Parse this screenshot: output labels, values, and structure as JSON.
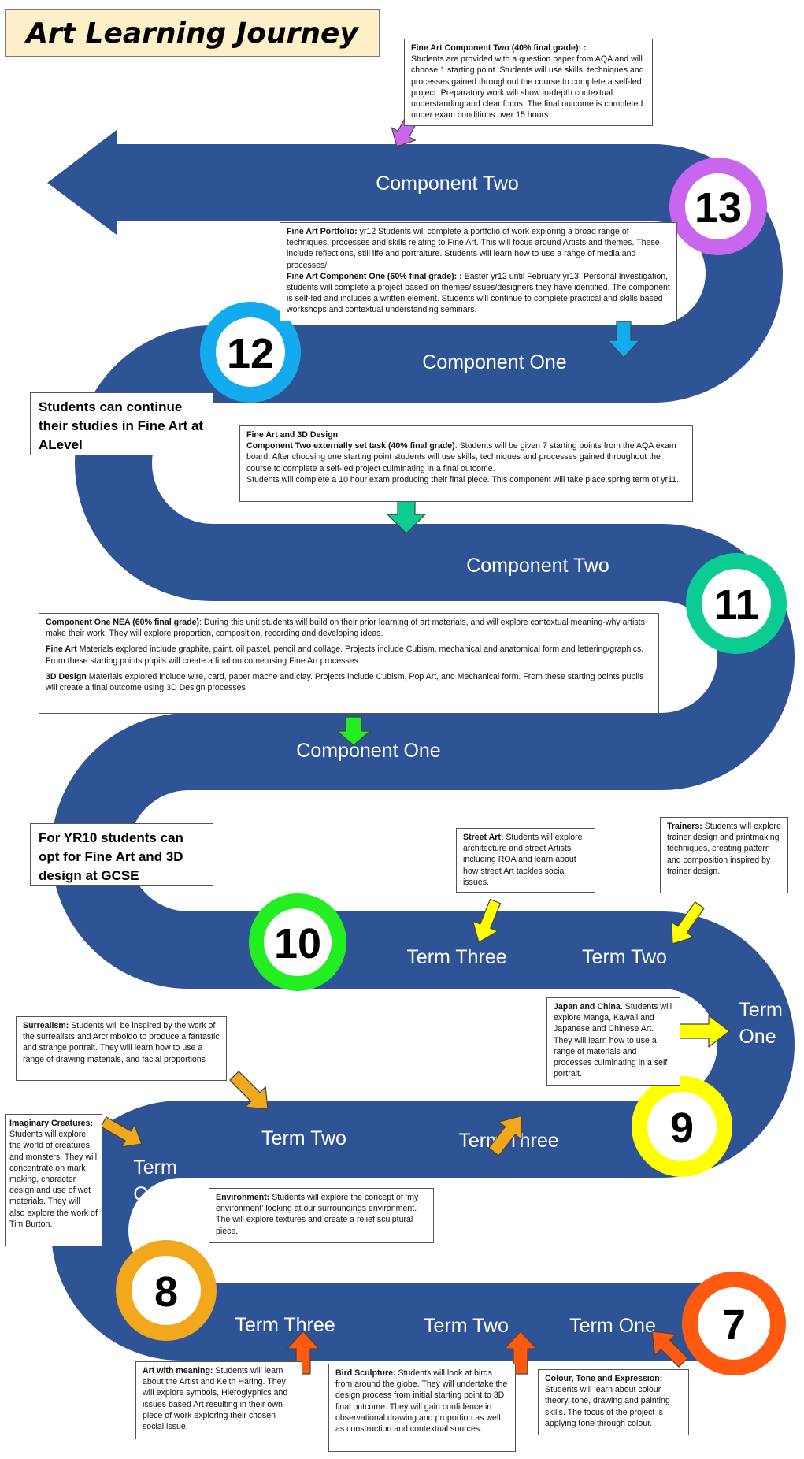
{
  "title": "Art Learning Journey",
  "colors": {
    "road": "#2f5496",
    "label_text": "#ffffff",
    "title_bg": "#fdf0c8",
    "year7": "#ff5a10",
    "year8": "#f2a81c",
    "year9": "#ffff00",
    "year10": "#22ee22",
    "year11": "#0ccc94",
    "year12": "#13aaee",
    "year13": "#c966ee"
  },
  "years": [
    {
      "number": "7",
      "color": "#ff5a10"
    },
    {
      "number": "8",
      "color": "#f2a81c"
    },
    {
      "number": "9",
      "color": "#ffff00"
    },
    {
      "number": "10",
      "color": "#22ee22"
    },
    {
      "number": "11",
      "color": "#0ccc94"
    },
    {
      "number": "12",
      "color": "#13aaee"
    },
    {
      "number": "13",
      "color": "#c966ee"
    }
  ],
  "road_labels": {
    "c13": "Component Two",
    "c12": "Component One",
    "c11": "Component Two",
    "c10": "Component One",
    "y10_t3": "Term Three",
    "y10_t2": "Term Two",
    "y10_t1_a": "Term",
    "y10_t1_b": "One",
    "y9_t2": "Term Two",
    "y9_t3": "Term Three",
    "y9_t1_a": "Term",
    "y9_t1_b": "One",
    "y7_t3": "Term Three",
    "y7_t2": "Term Two",
    "y7_t1": "Term One"
  },
  "notes": {
    "alevel": "Students can continue their studies in Fine Art at ALevel",
    "gcse": "For YR10 students can opt for Fine Art and 3D design at GCSE"
  },
  "boxes": {
    "fa_comp_two": {
      "title": "Fine Art Component  Two (40% final grade): :",
      "body": "Students are provided with a question paper from AQA and will choose 1 starting point. Students will use skills, techniques and processes gained throughout the course to complete a self-led project. Preparatory work will show in-depth contextual understanding and clear focus. The final outcome is completed under exam conditions over 15 hours"
    },
    "fa_portfolio": {
      "title1": "Fine Art Portfolio:",
      "body1": " yr12 Students will complete a portfolio of work exploring a broad range of techniques, processes and skills relating to Fine Art. This will focus around Artists and themes. These include reflections, still life and portraiture. Students will learn how to use a range of media and processes/",
      "title2": "Fine Art Component  One (60% final grade): :",
      "body2": " Easter yr12 until February yr13.  Personal Investigation, students will complete a project based on themes/issues/designers they have identified. The component is self-led and includes a written element. Students will continue to complete practical and skills based workshops and contextual understanding seminars."
    },
    "fa_3d": {
      "title1": "Fine Art and 3D Design",
      "title2": "Component  Two externally set task (40% final grade)",
      "body": ": Students will be given 7 starting points from the AQA exam board. After choosing one starting point students will use skills, techniques and processes gained throughout the course to complete a self-led project culminating in a final outcome.",
      "body2": "Students will complete a 10 hour exam producing their final piece. This component will take place spring term of yr11."
    },
    "comp_one_nea": {
      "title1": "Component  One NEA (60% final grade)",
      "body1": ": During this unit students will build on their prior learning of  art materials, and will explore contextual meaning-why artists make their work. They will explore proportion, composition, recording and developing ideas.",
      "title2": "Fine Art",
      "body2": " Materials explored include  graphite, paint, oil pastel, pencil and collage.  Projects include Cubism, mechanical and anatomical form and lettering/graphics. From these starting points pupils will create a final outcome using Fine Art processes",
      "title3": "3D Design",
      "body3": " Materials explored include wire, card, paper mache and clay.  Projects include Cubism, Pop Art, and Mechanical form. From these starting points pupils will create a final outcome using 3D Design processes"
    },
    "street_art": {
      "title": "Street Art:",
      "body": " Students will explore architecture and street Artists including ROA and learn about how street Art tackles social issues."
    },
    "trainers": {
      "title": "Trainers:",
      "body": " Students will explore trainer design and printmaking techniques, creating pattern and composition inspired by trainer design."
    },
    "japan_china": {
      "title": "Japan and China.",
      "body": " Students will explore Manga, Kawaii and Japanese and Chinese Art. They will learn how to use a range of materials and processes culminating in a self portrait."
    },
    "surrealism": {
      "title": "Surrealism:",
      "body": " Students will be inspired by the work of the surrealists and Arcrimboldo to produce a fantastic and strange portrait. They will learn how to use a range of drawing materials, and facial proportions"
    },
    "imaginary": {
      "title": "Imaginary Creatures:",
      "body": " Students will explore the world of creatures and monsters. They will concentrate on mark making, character design and use of wet materials. They will also explore the work of Tim Burton."
    },
    "environment": {
      "title": "Environment:",
      "body": "  Students will explore the concept of ‘my environment’ looking at our surroundings environment. The will explore textures and create a relief sculptural piece."
    },
    "art_meaning": {
      "title": "Art with meaning:",
      "body": " Students will learn about the Artist and Keith Haring. They will explore symbols, Hieroglyphics and issues based Art resulting in their own piece of work exploring their chosen social issue."
    },
    "bird_sculpture": {
      "title": "Bird Sculpture:",
      "body": "   Students will look at birds from around the globe. They will undertake the design process from initial starting point to 3D final outcome. They will gain confidence in observational drawing and proportion as well as construction and contextual sources."
    },
    "colour_tone": {
      "title": "Colour, Tone and Expression:",
      "body": " Students will learn about colour theory, tone, drawing and painting skills. The focus of the project is applying tone through colour."
    }
  }
}
